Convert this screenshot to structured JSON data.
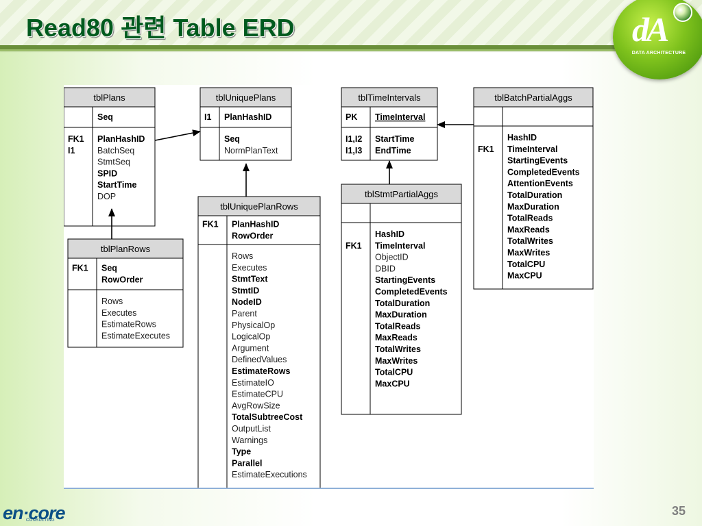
{
  "slide": {
    "title": "Read80 관련 Table ERD",
    "page_number": "35",
    "logo_text": "DATA ARCHITECTURE",
    "logo_mark": "dA",
    "footer_logo": "en·core",
    "footer_sub": "CONSULTING",
    "colors": {
      "title": "#005a1e",
      "header_band": "#6a8f3a",
      "table_header": "#d9d9d9",
      "line": "#000000"
    }
  },
  "tables": [
    {
      "name": "tblPlans",
      "pk": [
        {
          "key": "",
          "name": "Seq",
          "bold": true,
          "underline": false
        }
      ],
      "fields": [
        {
          "key": "FK1",
          "name": "PlanHashID",
          "bold": true
        },
        {
          "key": "I1",
          "name": "BatchSeq",
          "bold": false
        },
        {
          "key": "",
          "name": "StmtSeq",
          "bold": false
        },
        {
          "key": "",
          "name": "SPID",
          "bold": true
        },
        {
          "key": "",
          "name": "StartTime",
          "bold": true
        },
        {
          "key": "",
          "name": "DOP",
          "bold": false
        }
      ]
    },
    {
      "name": "tblUniquePlans",
      "pk": [
        {
          "key": "I1",
          "name": "PlanHashID",
          "bold": true,
          "underline": false
        }
      ],
      "fields": [
        {
          "key": "",
          "name": "Seq",
          "bold": true
        },
        {
          "key": "",
          "name": "NormPlanText",
          "bold": false
        }
      ]
    },
    {
      "name": "tblTimeIntervals",
      "pk": [
        {
          "key": "PK",
          "name": "TimeInterval",
          "bold": true,
          "underline": true
        }
      ],
      "fields": [
        {
          "key": "I1,I2",
          "name": "StartTime",
          "bold": true
        },
        {
          "key": "I1,I3",
          "name": "EndTime",
          "bold": true
        }
      ]
    },
    {
      "name": "tblBatchPartialAggs",
      "pk": [],
      "fields": [
        {
          "key": "",
          "name": "HashID",
          "bold": true
        },
        {
          "key": "FK1",
          "name": "TimeInterval",
          "bold": true
        },
        {
          "key": "",
          "name": "StartingEvents",
          "bold": true
        },
        {
          "key": "",
          "name": "CompletedEvents",
          "bold": true
        },
        {
          "key": "",
          "name": "AttentionEvents",
          "bold": true
        },
        {
          "key": "",
          "name": "TotalDuration",
          "bold": true
        },
        {
          "key": "",
          "name": "MaxDuration",
          "bold": true
        },
        {
          "key": "",
          "name": "TotalReads",
          "bold": true
        },
        {
          "key": "",
          "name": "MaxReads",
          "bold": true
        },
        {
          "key": "",
          "name": "TotalWrites",
          "bold": true
        },
        {
          "key": "",
          "name": "MaxWrites",
          "bold": true
        },
        {
          "key": "",
          "name": "TotalCPU",
          "bold": true
        },
        {
          "key": "",
          "name": "MaxCPU",
          "bold": true
        }
      ]
    },
    {
      "name": "tblUniquePlanRows",
      "pk": [
        {
          "key": "FK1",
          "name": "PlanHashID",
          "bold": true,
          "underline": false
        },
        {
          "key": "",
          "name": "RowOrder",
          "bold": true,
          "underline": false
        }
      ],
      "fields": [
        {
          "key": "",
          "name": "Rows",
          "bold": false
        },
        {
          "key": "",
          "name": "Executes",
          "bold": false
        },
        {
          "key": "",
          "name": "StmtText",
          "bold": true
        },
        {
          "key": "",
          "name": "StmtID",
          "bold": true
        },
        {
          "key": "",
          "name": "NodeID",
          "bold": true
        },
        {
          "key": "",
          "name": "Parent",
          "bold": false
        },
        {
          "key": "",
          "name": "PhysicalOp",
          "bold": false
        },
        {
          "key": "",
          "name": "LogicalOp",
          "bold": false
        },
        {
          "key": "",
          "name": "Argument",
          "bold": false
        },
        {
          "key": "",
          "name": "DefinedValues",
          "bold": false
        },
        {
          "key": "",
          "name": "EstimateRows",
          "bold": true
        },
        {
          "key": "",
          "name": "EstimateIO",
          "bold": false
        },
        {
          "key": "",
          "name": "EstimateCPU",
          "bold": false
        },
        {
          "key": "",
          "name": "AvgRowSize",
          "bold": false
        },
        {
          "key": "",
          "name": "TotalSubtreeCost",
          "bold": true
        },
        {
          "key": "",
          "name": "OutputList",
          "bold": false
        },
        {
          "key": "",
          "name": "Warnings",
          "bold": false
        },
        {
          "key": "",
          "name": "Type",
          "bold": true
        },
        {
          "key": "",
          "name": "Parallel",
          "bold": true
        },
        {
          "key": "",
          "name": "EstimateExecutions",
          "bold": false
        }
      ]
    },
    {
      "name": "tblPlanRows",
      "pk": [
        {
          "key": "FK1",
          "name": "Seq",
          "bold": true,
          "underline": false
        },
        {
          "key": "",
          "name": "RowOrder",
          "bold": true,
          "underline": false
        }
      ],
      "fields": [
        {
          "key": "",
          "name": "Rows",
          "bold": false
        },
        {
          "key": "",
          "name": "Executes",
          "bold": false
        },
        {
          "key": "",
          "name": "EstimateRows",
          "bold": false
        },
        {
          "key": "",
          "name": "EstimateExecutes",
          "bold": false
        }
      ]
    },
    {
      "name": "tblStmtPartialAggs",
      "pk": [],
      "fields": [
        {
          "key": "",
          "name": "HashID",
          "bold": true
        },
        {
          "key": "FK1",
          "name": "TimeInterval",
          "bold": true
        },
        {
          "key": "",
          "name": "ObjectID",
          "bold": false
        },
        {
          "key": "",
          "name": "DBID",
          "bold": false
        },
        {
          "key": "",
          "name": "StartingEvents",
          "bold": true
        },
        {
          "key": "",
          "name": "CompletedEvents",
          "bold": true
        },
        {
          "key": "",
          "name": "TotalDuration",
          "bold": true
        },
        {
          "key": "",
          "name": "MaxDuration",
          "bold": true
        },
        {
          "key": "",
          "name": "TotalReads",
          "bold": true
        },
        {
          "key": "",
          "name": "MaxReads",
          "bold": true
        },
        {
          "key": "",
          "name": "TotalWrites",
          "bold": true
        },
        {
          "key": "",
          "name": "MaxWrites",
          "bold": true
        },
        {
          "key": "",
          "name": "TotalCPU",
          "bold": true
        },
        {
          "key": "",
          "name": "MaxCPU",
          "bold": true
        }
      ]
    }
  ],
  "relationships": [
    {
      "from": "tblPlans",
      "to": "tblUniquePlans"
    },
    {
      "from": "tblPlanRows",
      "to": "tblPlans"
    },
    {
      "from": "tblUniquePlanRows",
      "to": "tblUniquePlans"
    },
    {
      "from": "tblStmtPartialAggs",
      "to": "tblTimeIntervals"
    },
    {
      "from": "tblBatchPartialAggs",
      "to": "tblTimeIntervals"
    }
  ]
}
